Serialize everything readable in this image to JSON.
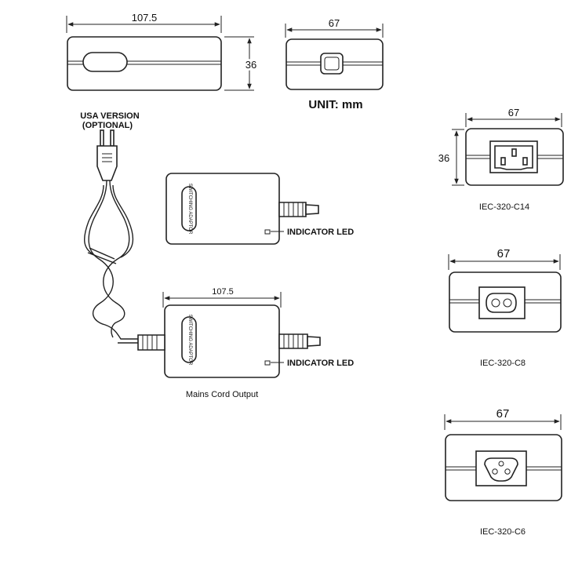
{
  "top_views": {
    "side_length": "107.5",
    "side_height": "36",
    "end_width": "67"
  },
  "unit_label": "UNIT: mm",
  "plug_note": {
    "line1": "USA VERSION",
    "line2": "(OPTIONAL)"
  },
  "adapter_upper": {
    "brand_text": "SWITCHING ADAPTOR",
    "indicator_label": "INDICATOR LED"
  },
  "adapter_lower": {
    "length": "107.5",
    "brand_text": "SWITCHING ADAPTOR",
    "indicator_label": "INDICATOR LED",
    "caption": "Mains Cord Output"
  },
  "iec_c14": {
    "width": "67",
    "height": "36",
    "caption": "IEC-320-C14"
  },
  "iec_c8": {
    "width": "67",
    "caption": "IEC-320-C8"
  },
  "iec_c6": {
    "width": "67",
    "caption": "IEC-320-C6"
  }
}
